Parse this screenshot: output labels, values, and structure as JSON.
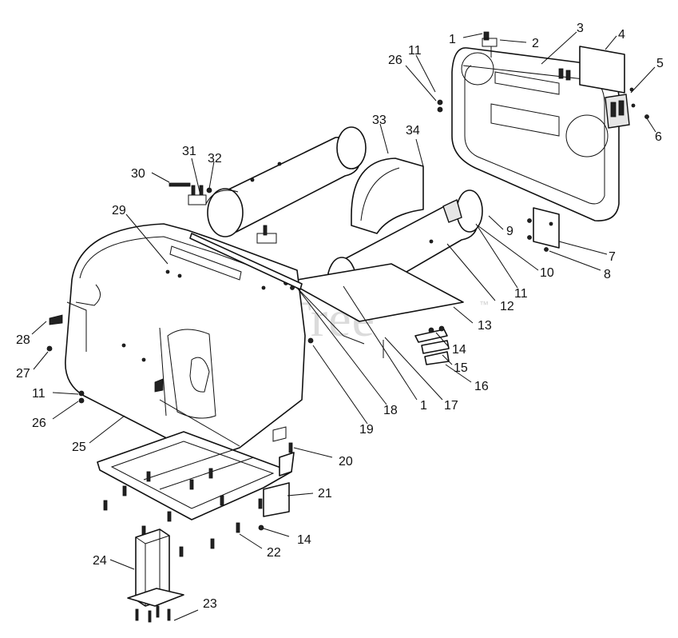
{
  "watermark": {
    "text": "PartsTree",
    "trademark": "™"
  },
  "callouts": [
    {
      "label": "1"
    },
    {
      "label": "2"
    },
    {
      "label": "3"
    },
    {
      "label": "4"
    },
    {
      "label": "5"
    },
    {
      "label": "26"
    },
    {
      "label": "11"
    },
    {
      "label": "6"
    },
    {
      "label": "33"
    },
    {
      "label": "34"
    },
    {
      "label": "31"
    },
    {
      "label": "32"
    },
    {
      "label": "30"
    },
    {
      "label": "29"
    },
    {
      "label": "9"
    },
    {
      "label": "7"
    },
    {
      "label": "10"
    },
    {
      "label": "8"
    },
    {
      "label": "11"
    },
    {
      "label": "12"
    },
    {
      "label": "13"
    },
    {
      "label": "28"
    },
    {
      "label": "14"
    },
    {
      "label": "27"
    },
    {
      "label": "15"
    },
    {
      "label": "16"
    },
    {
      "label": "11"
    },
    {
      "label": "26"
    },
    {
      "label": "18"
    },
    {
      "label": "1"
    },
    {
      "label": "17"
    },
    {
      "label": "19"
    },
    {
      "label": "25"
    },
    {
      "label": "20"
    },
    {
      "label": "21"
    },
    {
      "label": "14"
    },
    {
      "label": "22"
    },
    {
      "label": "24"
    },
    {
      "label": "23"
    }
  ]
}
